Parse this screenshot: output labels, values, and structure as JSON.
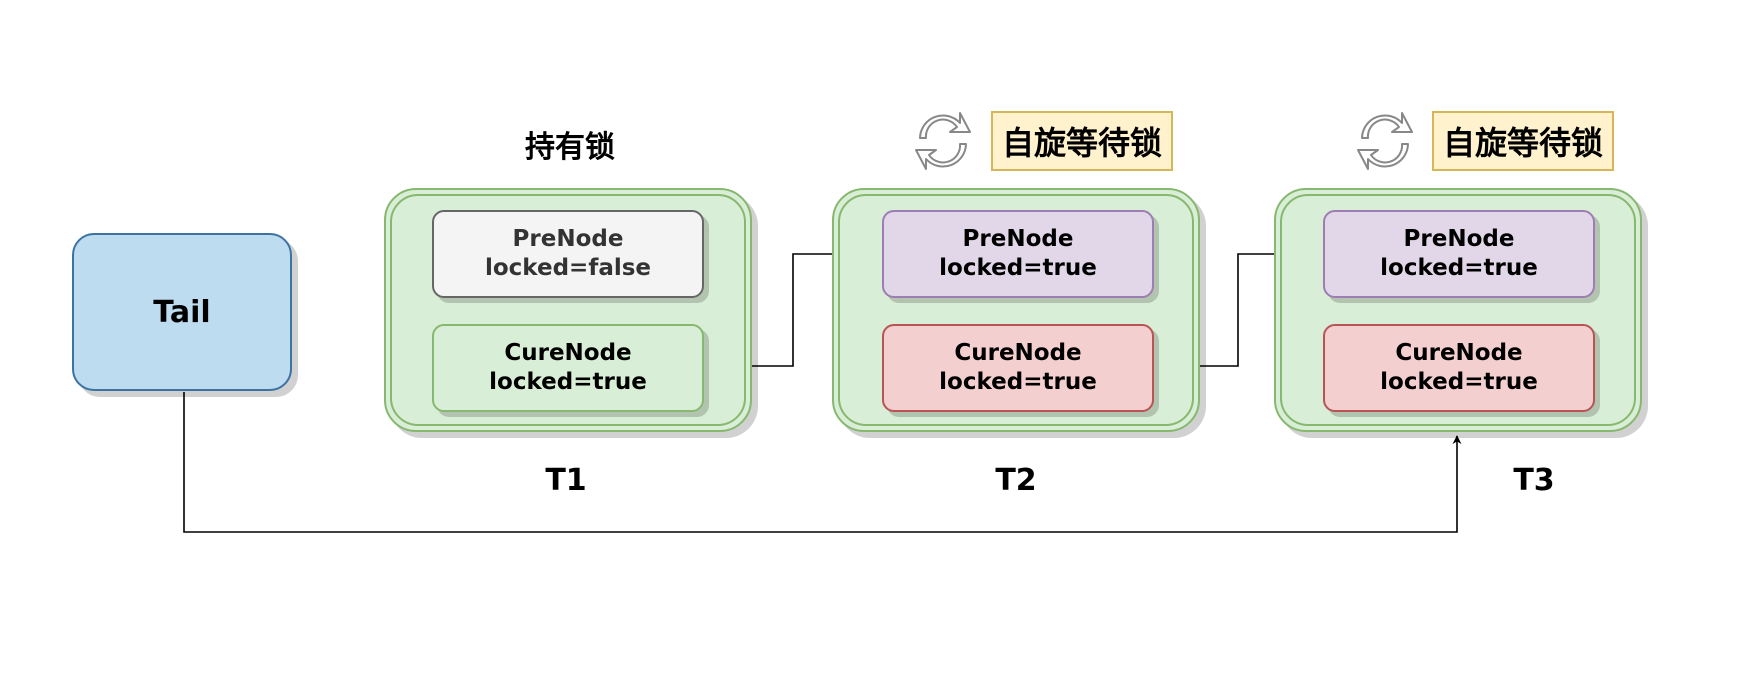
{
  "tail": {
    "label": "Tail"
  },
  "threads": [
    {
      "name": "T1",
      "status": "持有锁",
      "status_style": "plain",
      "pre_node": {
        "name": "PreNode",
        "value": "locked=false"
      },
      "cure_node": {
        "name": "CureNode",
        "value": "locked=true"
      }
    },
    {
      "name": "T2",
      "status": "自旋等待锁",
      "status_style": "boxed",
      "spin_icon": "sync-icon",
      "pre_node": {
        "name": "PreNode",
        "value": "locked=true"
      },
      "cure_node": {
        "name": "CureNode",
        "value": "locked=true"
      }
    },
    {
      "name": "T3",
      "status": "自旋等待锁",
      "status_style": "boxed",
      "spin_icon": "sync-icon",
      "pre_node": {
        "name": "PreNode",
        "value": "locked=true"
      },
      "cure_node": {
        "name": "CureNode",
        "value": "locked=true"
      }
    }
  ],
  "colors": {
    "tail_fill": "#bddcf0",
    "container_fill": "#d9eed6",
    "released_node_fill": "#f4f4f4",
    "waiting_pre_fill": "#e2d7e8",
    "waiting_cure_fill": "#f4cfcf",
    "status_box_fill": "#fff2cc"
  }
}
